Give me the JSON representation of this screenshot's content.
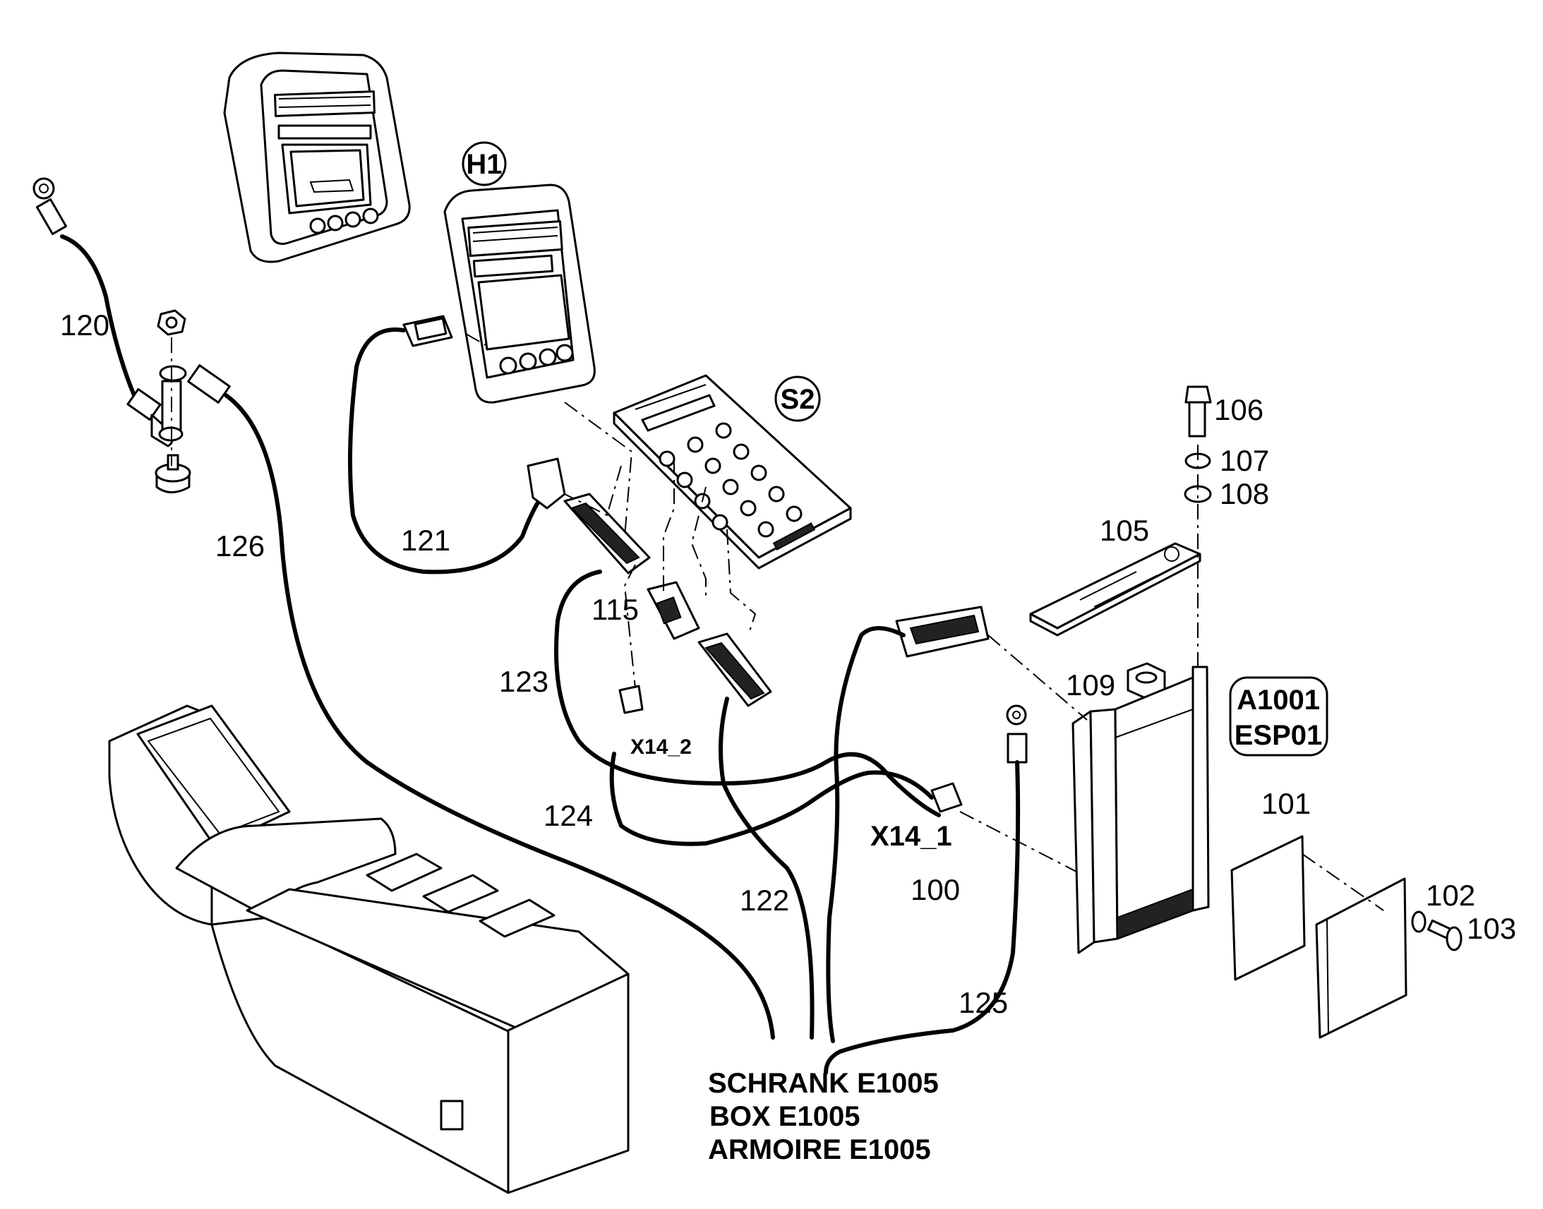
{
  "labels": {
    "n100": "100",
    "n101": "101",
    "n102": "102",
    "n103": "103",
    "n105": "105",
    "n106": "106",
    "n107": "107",
    "n108": "108",
    "n109": "109",
    "n115": "115",
    "n120": "120",
    "n121": "121",
    "n122": "122",
    "n123": "123",
    "n124": "124",
    "n125": "125",
    "n126": "126",
    "x14_1": "X14_1",
    "x14_2": "X14_2"
  },
  "callouts": {
    "h1": "H1",
    "s2": "S2",
    "a1001_line1": "A1001",
    "a1001_line2": "ESP01"
  },
  "destination": {
    "line1": "SCHRANK E1005",
    "line2": "BOX E1005",
    "line3": "ARMOIRE E1005"
  }
}
